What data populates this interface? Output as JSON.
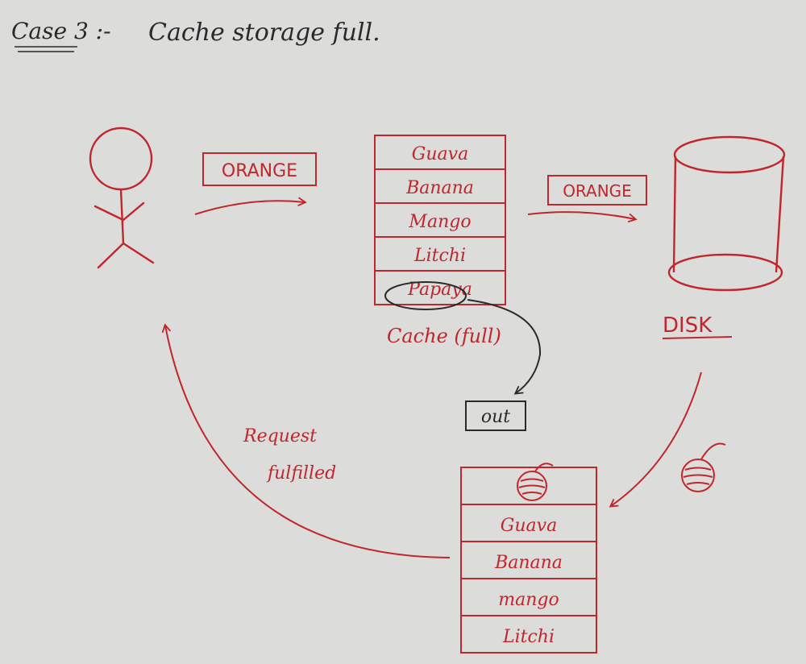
{
  "title": {
    "case_label": "Case 3 :-",
    "text": "Cache storage full."
  },
  "request": {
    "item_label": "ORANGE"
  },
  "cache_full": {
    "items": [
      "Guava",
      "Banana",
      "Mango",
      "Litchi",
      "Papaya"
    ],
    "evicted_item": "Papaya",
    "caption": "Cache (full)",
    "out_label": "out"
  },
  "disk_request": {
    "item_label": "ORANGE"
  },
  "disk": {
    "label": "DISK"
  },
  "cache_updated": {
    "items": [
      "Guava",
      "Banana",
      "mango",
      "Litchi"
    ]
  },
  "response": {
    "label_line1": "Request",
    "label_line2": "fulfilled"
  },
  "colors": {
    "ink_red": "#c0272d",
    "ink_black": "#2a2a2a",
    "paper": "#dcdcda"
  }
}
